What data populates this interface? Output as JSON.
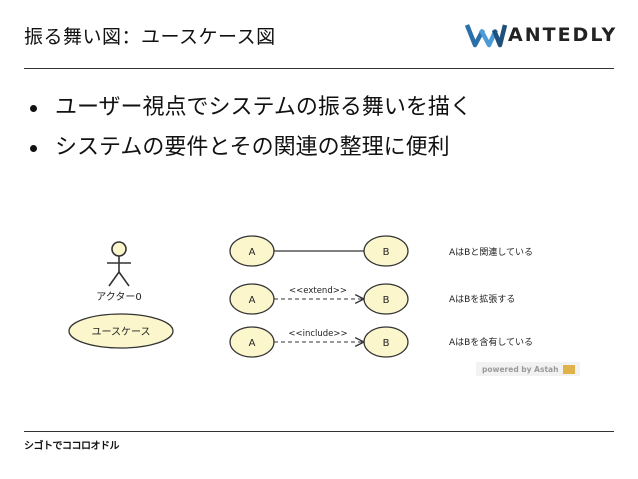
{
  "slide": {
    "title": "振る舞い図：ユースケース図",
    "brand": "ANTEDLY",
    "bullets": [
      "ユーザー視点でシステムの振る舞いを描く",
      "システムの要件とその関連の整理に便利"
    ],
    "footer": "シゴトでココロオドル"
  },
  "diagram": {
    "actor": "アクター0",
    "usecase": "ユースケース",
    "rows": [
      {
        "left": "A",
        "right": "B",
        "stereotype": "",
        "description": "AはBと関連している"
      },
      {
        "left": "A",
        "right": "B",
        "stereotype": "<<extend>>",
        "description": "AはBを拡張する"
      },
      {
        "left": "A",
        "right": "B",
        "stereotype": "<<include>>",
        "description": "AはBを含有している"
      }
    ],
    "powered_by": "powered by Astah"
  },
  "colors": {
    "usecase_fill": "#fbf6cc",
    "usecase_stroke": "#333333",
    "logo_accent": "#2a6fa8"
  }
}
